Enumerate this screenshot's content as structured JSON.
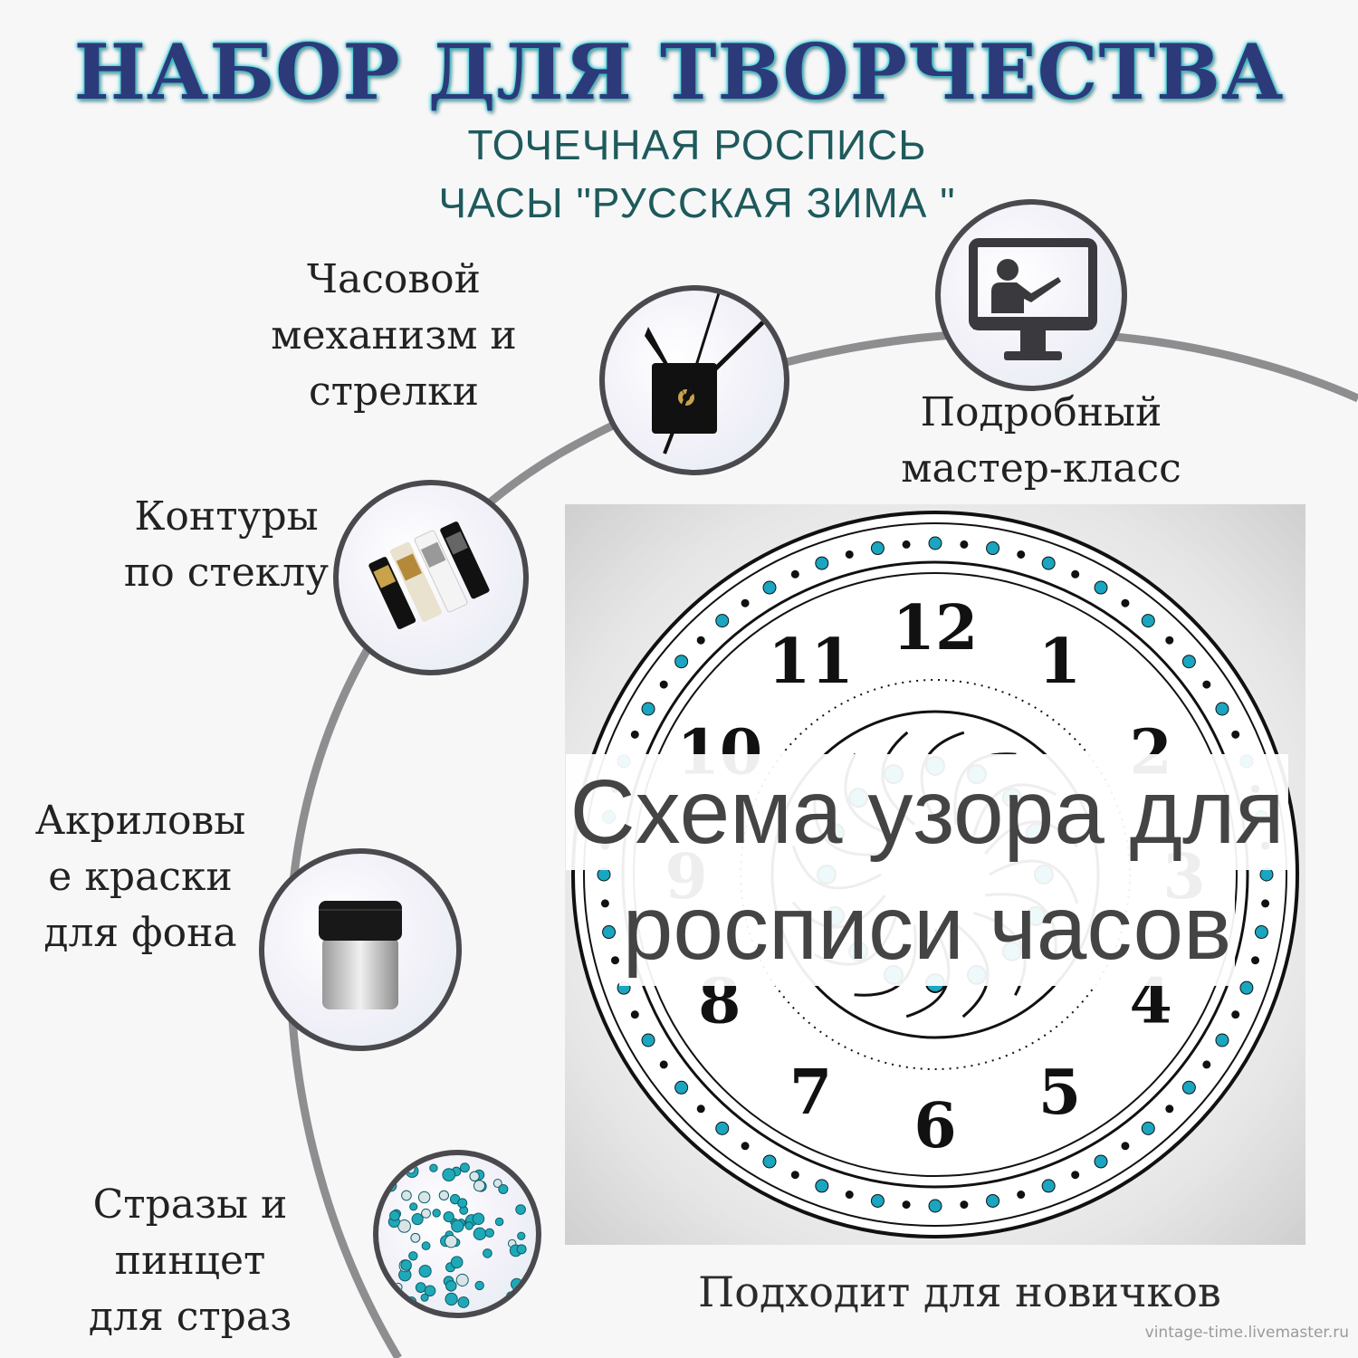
{
  "header": {
    "title": "НАБОР ДЛЯ ТВОРЧЕСТВА",
    "subtitle_line1": "ТОЧЕЧНАЯ РОСПИСЬ",
    "subtitle_line2": "ЧАСЫ \"РУССКАЯ ЗИМА \""
  },
  "items": [
    {
      "lines": [
        "Часовой",
        "механизм и",
        "стрелки"
      ],
      "icon": "clock-mechanism-icon"
    },
    {
      "lines": [
        "Подробный",
        "мастер-класс"
      ],
      "icon": "monitor-teacher-icon"
    },
    {
      "lines": [
        "Контуры",
        "по стеклу"
      ],
      "icon": "paint-tubes-icon"
    },
    {
      "lines": [
        "Акриловы",
        "е краски",
        "для фона"
      ],
      "icon": "paint-jar-icon"
    },
    {
      "lines": [
        "Стразы и",
        "пинцет",
        "для страз"
      ],
      "icon": "rhinestones-icon"
    }
  ],
  "clock": {
    "numerals": [
      "12",
      "1",
      "2",
      "3",
      "4",
      "5",
      "6",
      "7",
      "8",
      "9",
      "10",
      "11"
    ]
  },
  "overlay": {
    "line1": "Схема узора для",
    "line2": "росписи часов"
  },
  "footer": "Подходит для новичков",
  "watermark": "vintage-time.livemaster.ru",
  "colors": {
    "title": "#2d3a7a",
    "title_glow": "#17c7cf",
    "subtitle": "#1e5a5c",
    "arc": "#8e8e90",
    "accent_teal": "#1aa5c0"
  }
}
